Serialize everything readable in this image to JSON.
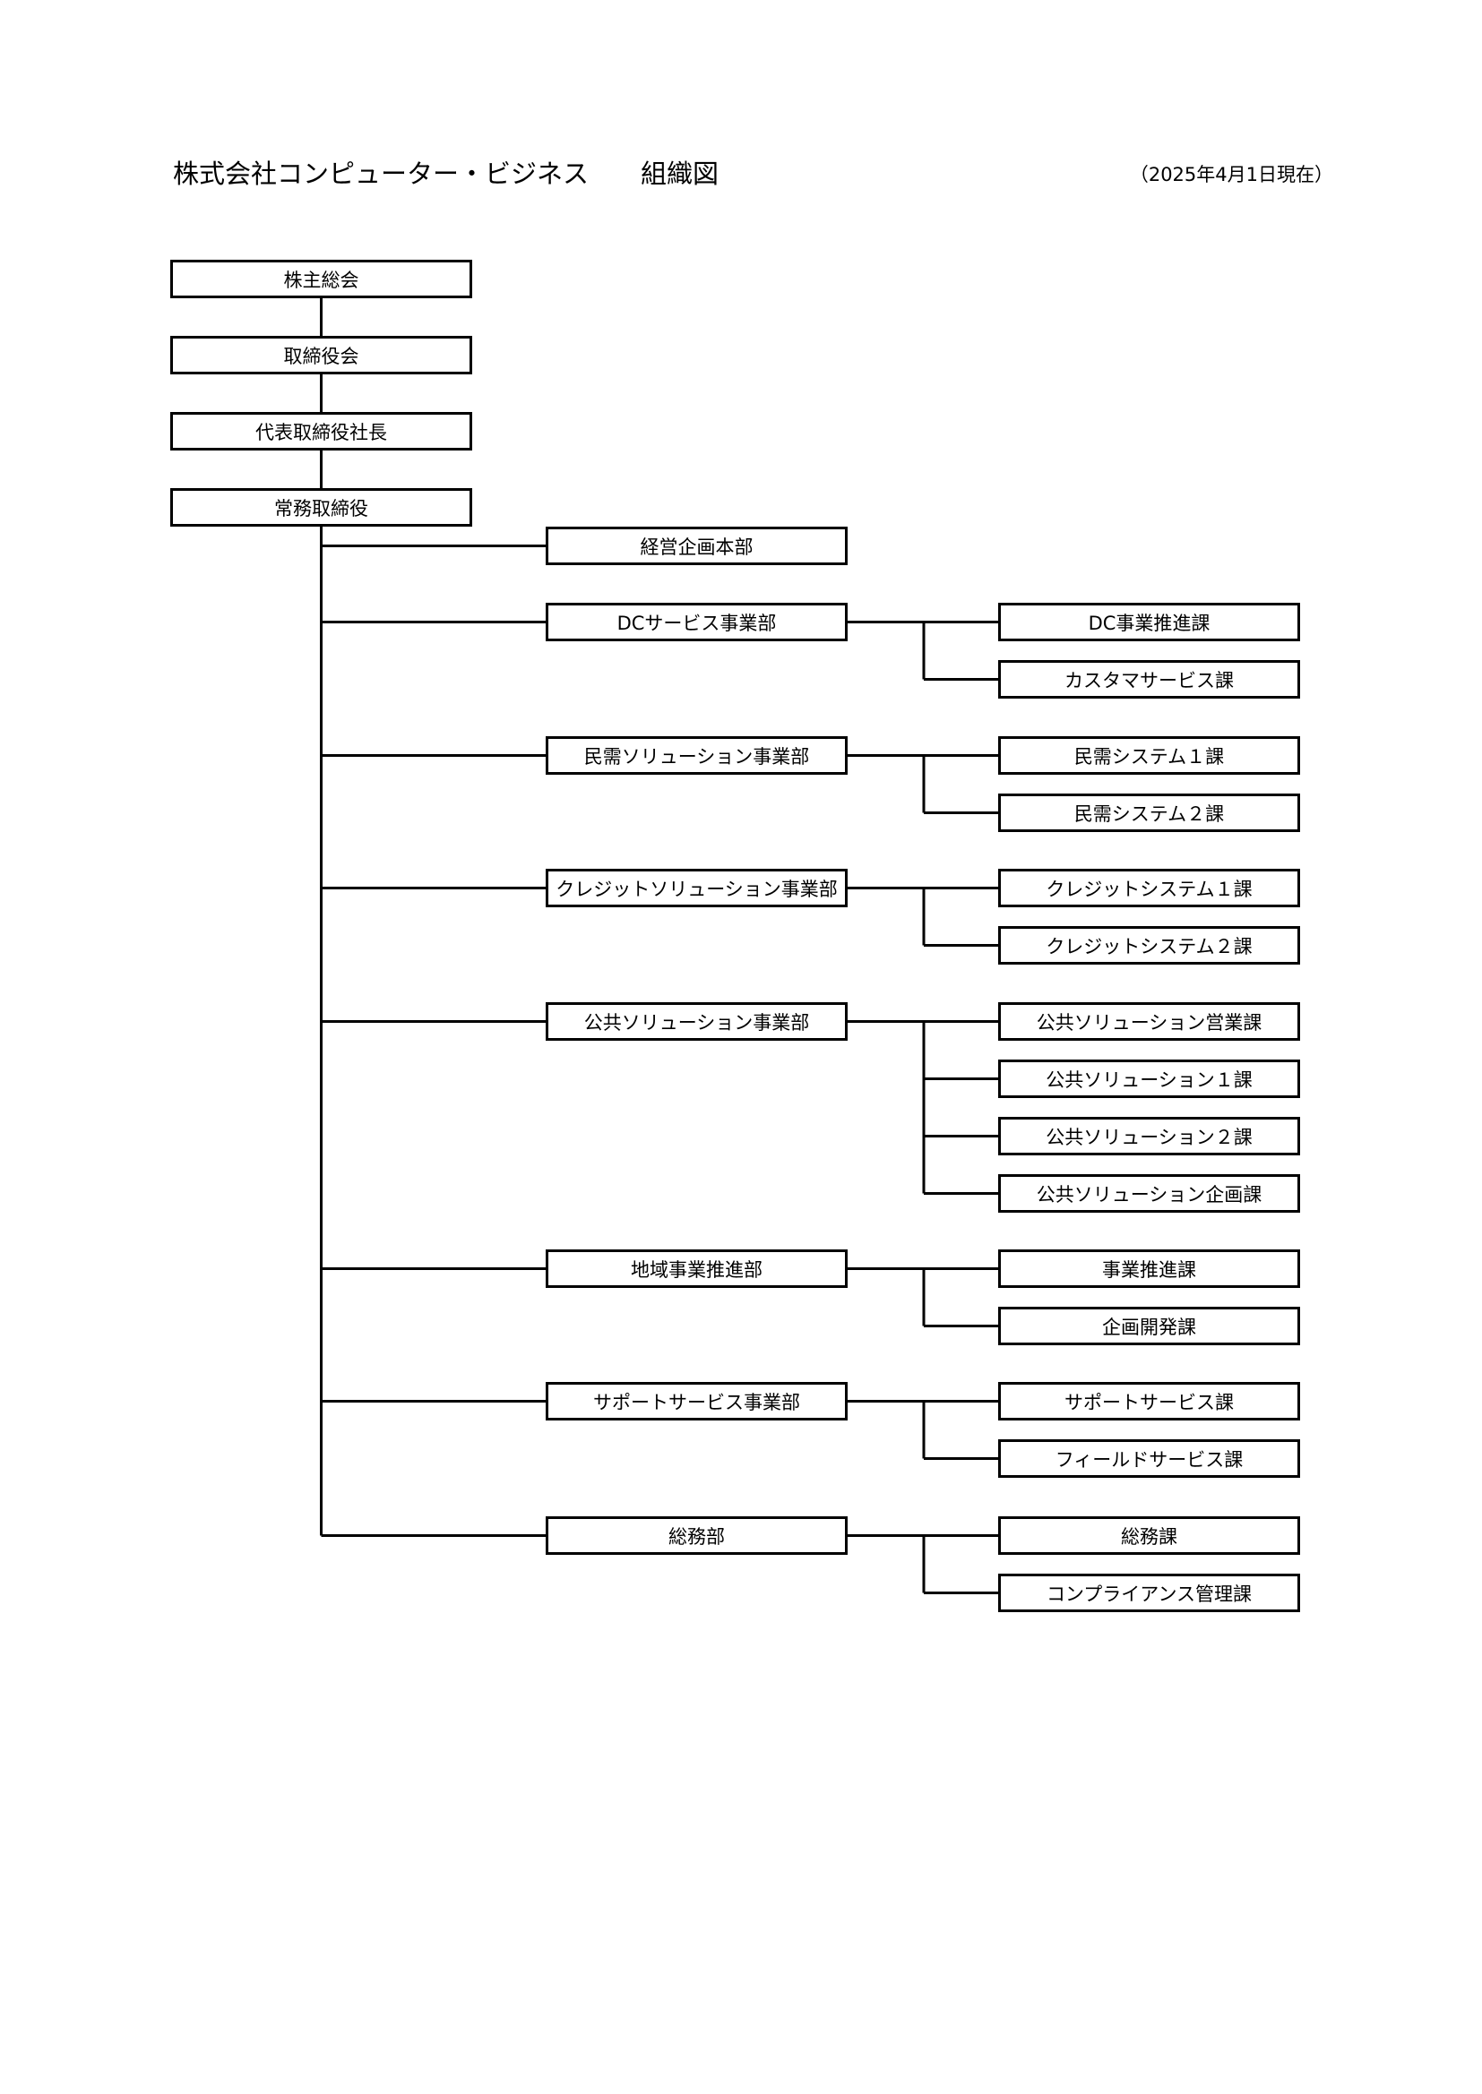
{
  "title": "株式会社コンピューター・ビジネス　　組織図",
  "date": "（2025年4月1日現在）",
  "top_chain": [
    "株主総会",
    "取締役会",
    "代表取締役社長",
    "常務取締役"
  ],
  "departments": [
    {
      "name": "経営企画本部",
      "sections": []
    },
    {
      "name": "DCサービス事業部",
      "sections": [
        "DC事業推進課",
        "カスタマサービス課"
      ]
    },
    {
      "name": "民需ソリューション事業部",
      "sections": [
        "民需システム１課",
        "民需システム２課"
      ]
    },
    {
      "name": "クレジットソリューション事業部",
      "sections": [
        "クレジットシステム１課",
        "クレジットシステム２課"
      ]
    },
    {
      "name": "公共ソリューション事業部",
      "sections": [
        "公共ソリューション営業課",
        "公共ソリューション１課",
        "公共ソリューション２課",
        "公共ソリューション企画課"
      ]
    },
    {
      "name": "地域事業推進部",
      "sections": [
        "事業推進課",
        "企画開発課"
      ]
    },
    {
      "name": "サポートサービス事業部",
      "sections": [
        "サポートサービス課",
        "フィールドサービス課"
      ]
    },
    {
      "name": "総務部",
      "sections": [
        "総務課",
        "コンプライアンス管理課"
      ]
    }
  ]
}
